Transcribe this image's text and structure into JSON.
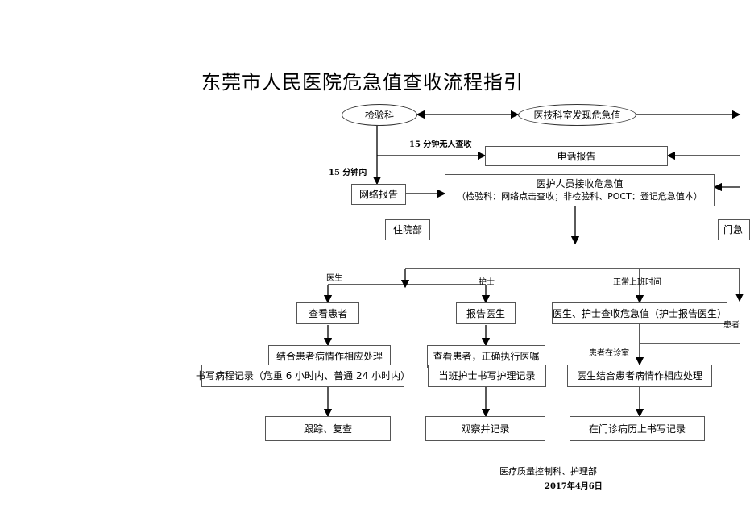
{
  "title": "东莞市人民医院危急值查收流程指引",
  "nodes": {
    "lab": "检验科",
    "tech_dept": "医技科室发现危急值",
    "phone_report": "电话报告",
    "network_report": "网络报告",
    "staff_receive_line1": "医护人员接收危急值",
    "staff_receive_line2": "（检验科：网络点击查收；非检验科、POCT：登记危急值本）",
    "inpatient": "住院部",
    "outpatient_partial": "门急",
    "check_patient": "查看患者",
    "report_doctor": "报告医生",
    "doc_nurse_check": "医生、护士查收危急值（护士报告医生）",
    "handle_condition": "结合患者病情作相应处理",
    "check_execute": "查看患者，正确执行医嘱",
    "doctor_handle": "医生结合患者病情作相应处理",
    "write_record": "书写病程记录（危重 6 小时内、普通 24 小时内）",
    "nurse_record": "当班护士书写护理记录",
    "follow_up": "跟踪、复查",
    "observe_record": "观察并记录",
    "outpatient_record": "在门诊病历上书写记录"
  },
  "labels": {
    "no_receive_15": "15 分钟无人查收",
    "within_15": "15 分钟内",
    "doctor": "医生",
    "nurse": "护士",
    "office_hours": "正常上班时间",
    "patient_in_clinic": "患者在诊室",
    "patient_partial": "患者"
  },
  "footer": {
    "org": "医疗质量控制科、护理部",
    "date": "2017年4月6日"
  }
}
